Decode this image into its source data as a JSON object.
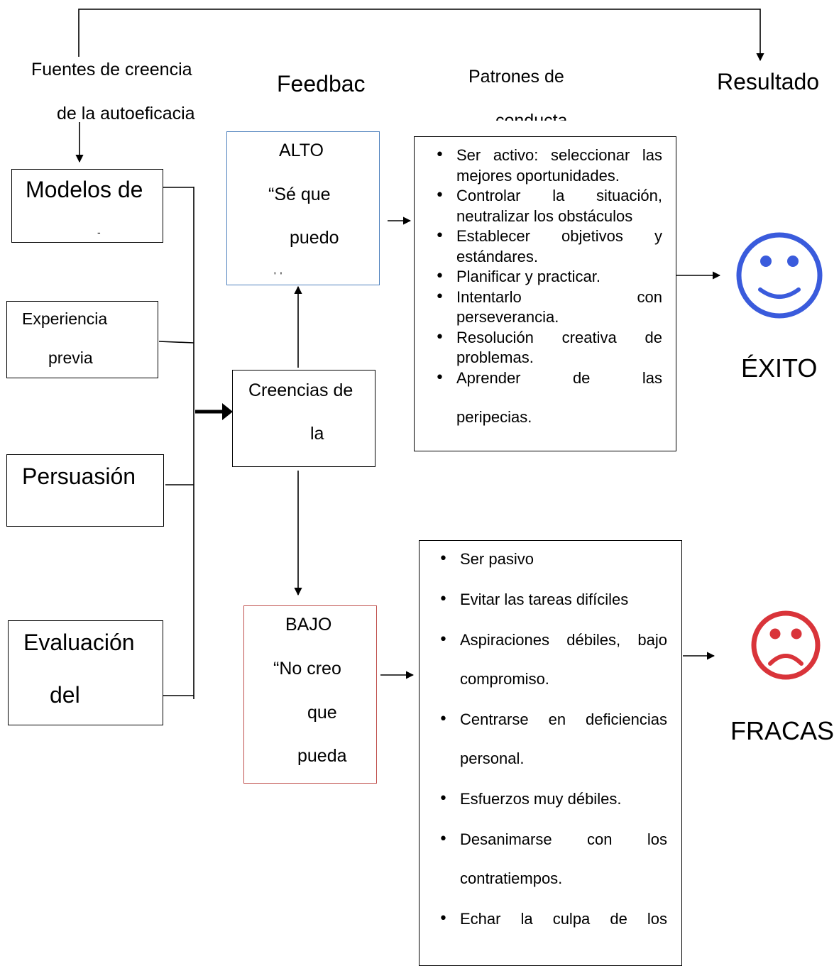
{
  "headers": {
    "sources_line1": "Fuentes de creencia",
    "sources_line2": "de la autoeficacia",
    "feedback": "Feedbac",
    "patterns_line1": "Patrones de",
    "patterns_line2": "conducta",
    "result": "Resultado"
  },
  "sources": {
    "models": {
      "line1": "Modelos  de",
      "line2": "-"
    },
    "experience": {
      "line1": "Experiencia",
      "line2": "previa"
    },
    "persuasion": {
      "line1": "Persuasión"
    },
    "evaluation": {
      "line1": "Evaluación",
      "line2": "del"
    }
  },
  "center": {
    "line1": "Creencias de",
    "line2": "la"
  },
  "high": {
    "title": "ALTO",
    "line1": "“Sé que",
    "line2": "puedo",
    "line3": "'          '"
  },
  "low": {
    "title": "BAJO",
    "line1": "“No creo",
    "line2": "que",
    "line3": "pueda"
  },
  "high_patterns": {
    "items": [
      {
        "a": "Ser activo: seleccionar las",
        "b": "mejores oportunidades."
      },
      {
        "a": "Controlar   la   situación,",
        "b": "neutralizar los obstáculos"
      },
      {
        "a": "Establecer   objetivos   y",
        "b": "estándares."
      },
      {
        "a": "Planificar y practicar."
      },
      {
        "a": "Intentarlo   con",
        "b": "perseverancia."
      },
      {
        "a": "Resolución   creativa   de",
        "b": "problemas."
      },
      {
        "a": "Aprender   de   las",
        "b": "peripecias."
      }
    ]
  },
  "low_patterns": {
    "items": [
      {
        "a": "Ser pasivo"
      },
      {
        "a": "Evitar las tareas difíciles"
      },
      {
        "a": "Aspiraciones  débiles,  bajo",
        "b": "compromiso."
      },
      {
        "a": "Centrarse  en  deficiencias",
        "b": "personal."
      },
      {
        "a": "Esfuerzos muy débiles."
      },
      {
        "a": "Desanimarse   con   los",
        "b": "contratiempos."
      },
      {
        "a": "Echar  la  culpa  de  los"
      }
    ]
  },
  "outcomes": {
    "success": "ÉXITO",
    "failure": "FRACAS"
  },
  "colors": {
    "high_border": "#4f81bd",
    "low_border": "#c0504d",
    "happy_face": "#3a5bdc",
    "sad_face": "#d9343a"
  },
  "icons": {
    "success": "smiley-face-icon",
    "failure": "sad-face-icon"
  }
}
